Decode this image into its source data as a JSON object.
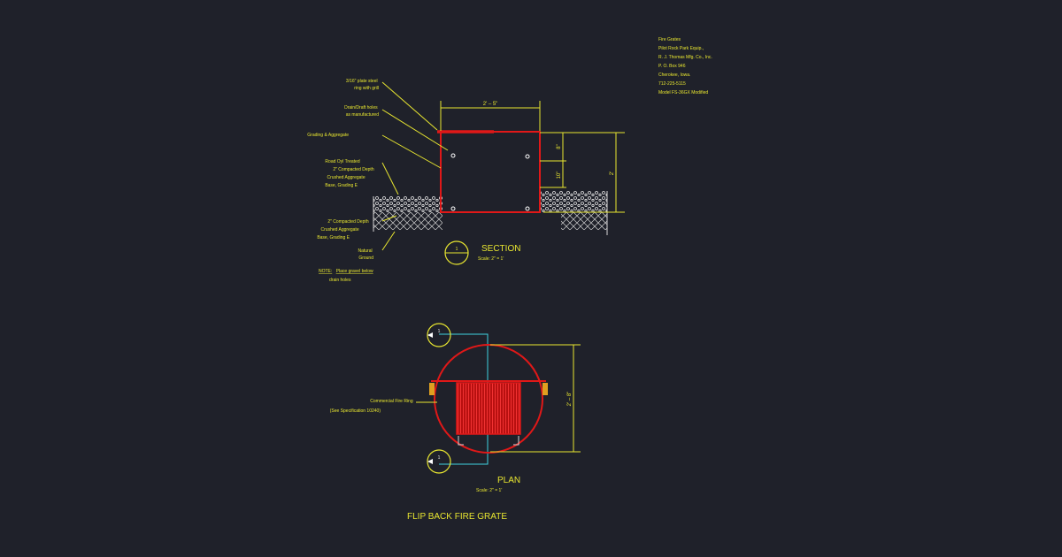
{
  "info_block": [
    "Fire Grates",
    "Pilot Rock Park Equip.,",
    "R. J. Thomas Mfg. Co., Inc.",
    "P. O. Box 946",
    "Cherokee, Iowa.",
    "712-225-5115",
    "Model FS-36GX Modified"
  ],
  "section": {
    "title": "SECTION",
    "scale": "Scale:  2\" = 1'",
    "marker": "1",
    "dims": {
      "top_width": "2' – 5\"",
      "upper_right": "8\"",
      "lower_right": "10\"",
      "overall_height": "2'"
    },
    "notes": [
      [
        "3/16\" plate steel",
        "ring with grill"
      ],
      [
        "Drain/Draft holes",
        "as manufactured"
      ],
      [
        "Grading & Aggregate"
      ],
      [
        "Road Oyl Treated",
        "2\" Compacted Depth",
        "Crushed Aggregate",
        "Base, Grading E"
      ],
      [
        "2\" Compacted Depth",
        "Crushed Aggregate",
        "Base, Grading E"
      ],
      [
        "Natural",
        "Ground"
      ]
    ],
    "note_label": "NOTE:",
    "note_text": [
      "Place gravel below",
      "drain holes"
    ]
  },
  "plan": {
    "title": "PLAN",
    "scale": "Scale:  2\" = 1'",
    "marker": "1",
    "dim": "2' – 8\"",
    "label": [
      "Commercial Fire Ring",
      "(See Specification 10240)"
    ]
  },
  "drawing_title": "FLIP BACK FIRE GRATE"
}
